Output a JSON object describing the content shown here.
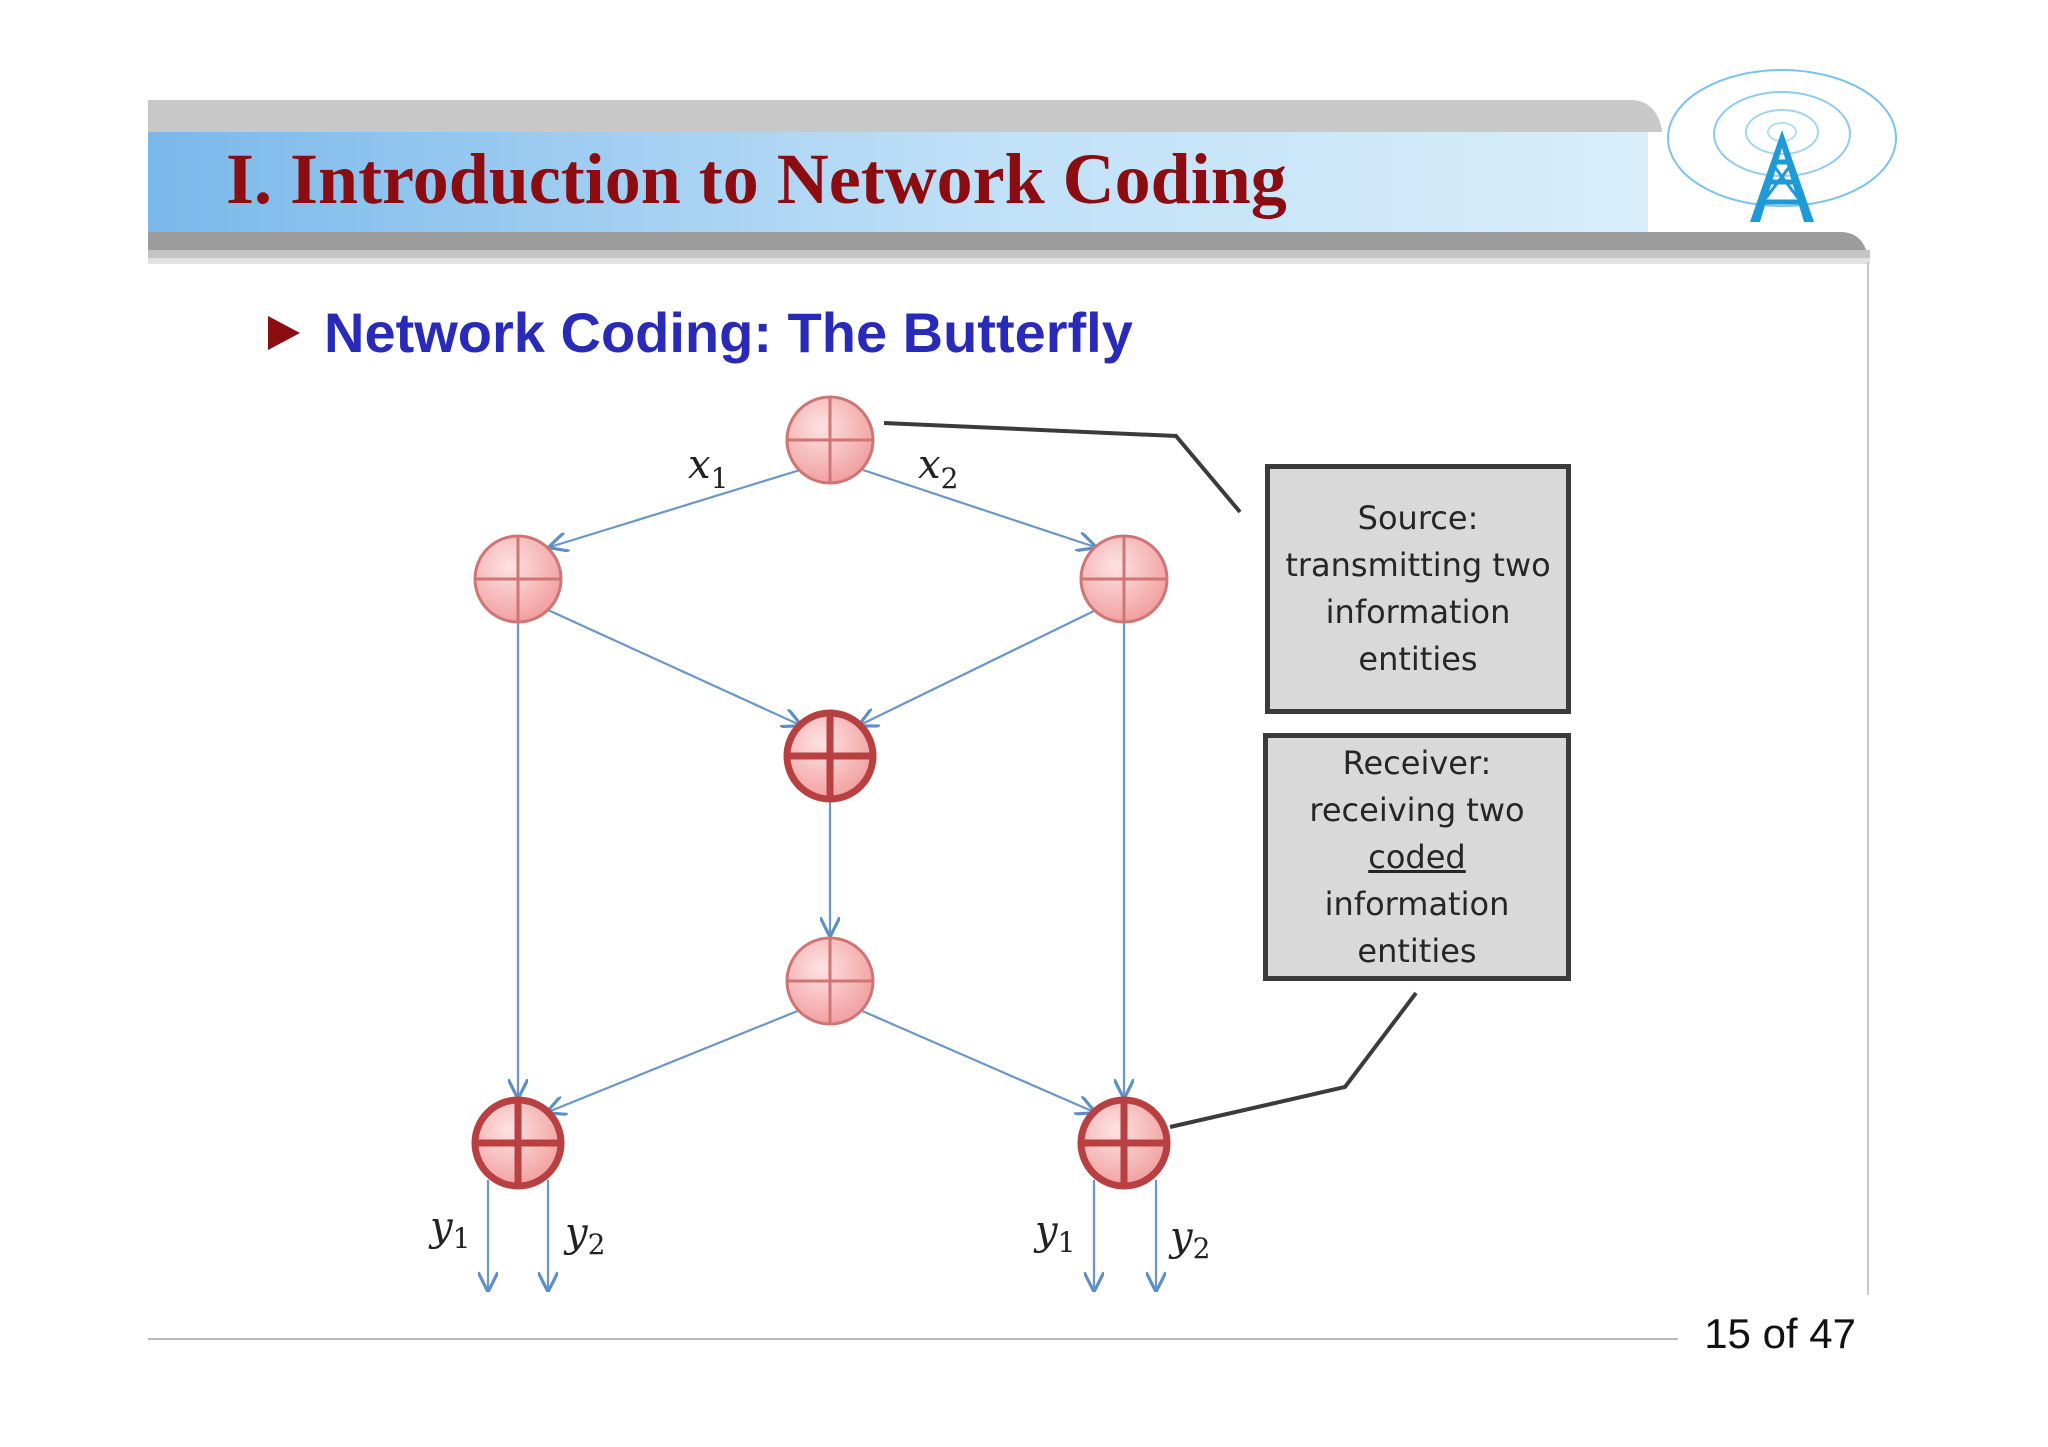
{
  "slide": {
    "title": "I. Introduction to Network Coding",
    "bullet": "Network Coding: The Butterfly",
    "page_number": "15 of 47"
  },
  "diagram": {
    "edge_labels": {
      "x1": "x",
      "x1_sub": "1",
      "x2": "x",
      "x2_sub": "2",
      "y_left_1": "y",
      "y_left_1_sub": "1",
      "y_left_2": "y",
      "y_left_2_sub": "2",
      "y_right_1": "y",
      "y_right_1_sub": "1",
      "y_right_2": "y",
      "y_right_2_sub": "2"
    },
    "source_callout": [
      "Source:",
      "transmitting two",
      "information",
      "entities"
    ],
    "receiver_callout": [
      "Receiver:",
      "receiving two",
      "coded",
      "information",
      "entities"
    ]
  },
  "icons": {
    "logo": "radio-tower-icon",
    "bullet": "triangle-bullet-icon",
    "node": "plus-circle-icon",
    "coding_node": "xor-circle-icon"
  },
  "colors": {
    "title": "#8b0d12",
    "bullet_text": "#2a2ab8",
    "edge": "#6a96c8",
    "node_fill": "#f6b3b3",
    "node_stroke": "#d07575",
    "coding_stroke": "#b84040",
    "callout_bg": "#d9d9d9",
    "callout_border": "#3b3b3b",
    "logo": "#1e9ad6"
  }
}
